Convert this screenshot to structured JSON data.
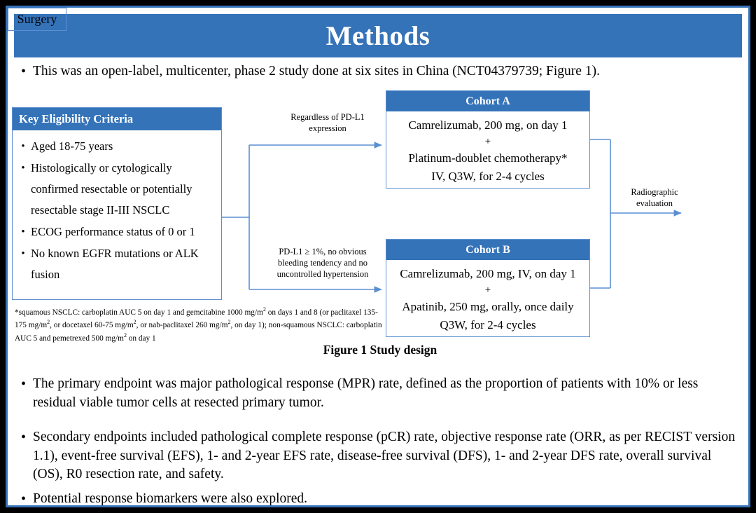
{
  "slide": {
    "title": "Methods",
    "accent_color": "#3573b9",
    "connector_color": "#5b8fd0",
    "background": "#ffffff",
    "outer_background": "#000000"
  },
  "intro": {
    "bullet": "•",
    "text": "This was an open-label, multicenter, phase 2 study done at six sites in China (NCT04379739; Figure 1)."
  },
  "figure": {
    "caption": "Figure 1 Study design",
    "eligibility": {
      "header": "Key  Eligibility Criteria",
      "bullet": "•",
      "items": [
        "Aged 18-75 years",
        "Histologically or cytologically confirmed resectable or potentially resectable stage II-III  NSCLC",
        "ECOG performance status of 0 or 1",
        "No known EGFR mutations or ALK fusion"
      ]
    },
    "footnote": {
      "line1_a": "*squamous NSCLC: carboplatin AUC 5 on day 1 and gemcitabine 1000 mg/m",
      "line1_sup": "2",
      "line1_b": " on days 1 and 8 (or paclitaxel 135-175  mg/m",
      "line2_sup": "2",
      "line2_a": ", or docetaxel 60-75 mg/m",
      "line2_sup2": "2",
      "line2_b": ", or nab-paclitaxel 260 mg/m",
      "line2_sup3": "2",
      "line2_c": ", on day 1); non-squamous NSCLC: carboplatin AUC 5 and pemetrexed 500 mg/m",
      "line3_sup": "2",
      "line3_a": " on day 1"
    },
    "cohort_a": {
      "header": "Cohort A",
      "line1": "Camrelizumab, 200 mg, on day 1",
      "plus": "+",
      "line2": "Platinum-doublet chemotherapy*",
      "line3": "IV, Q3W, for 2-4 cycles"
    },
    "cohort_b": {
      "header": "Cohort B",
      "line1": "Camrelizumab, 200 mg, IV, on day 1",
      "plus": "+",
      "line2": "Apatinib, 250 mg, orally, once daily",
      "line3": "Q3W, for 2-4 cycles"
    },
    "annotations": {
      "top_line1": "Regardless  of PD-L1",
      "top_line2": "expression",
      "bottom_line1": "PD-L1 ≥ 1%, no obvious",
      "bottom_line2": "bleeding tendency and no",
      "bottom_line3": "uncontrolled  hypertension",
      "right_line1": "Radiographic",
      "right_line2": "evaluation"
    },
    "surgery": {
      "label": "Surgery"
    }
  },
  "endpoints": [
    {
      "bullet": "•",
      "text": "The primary endpoint was major pathological response (MPR) rate, defined as the proportion of patients with 10% or less residual viable tumor cells at resected primary tumor."
    },
    {
      "bullet": "•",
      "text": "Secondary endpoints included pathological complete response (pCR) rate, objective response rate (ORR, as per RECIST version 1.1), event-free survival (EFS), 1- and 2-year EFS rate, disease-free survival (DFS), 1- and 2-year DFS rate, overall survival (OS), R0 resection rate, and safety."
    },
    {
      "bullet": "•",
      "text": "Potential response biomarkers were also explored."
    }
  ]
}
